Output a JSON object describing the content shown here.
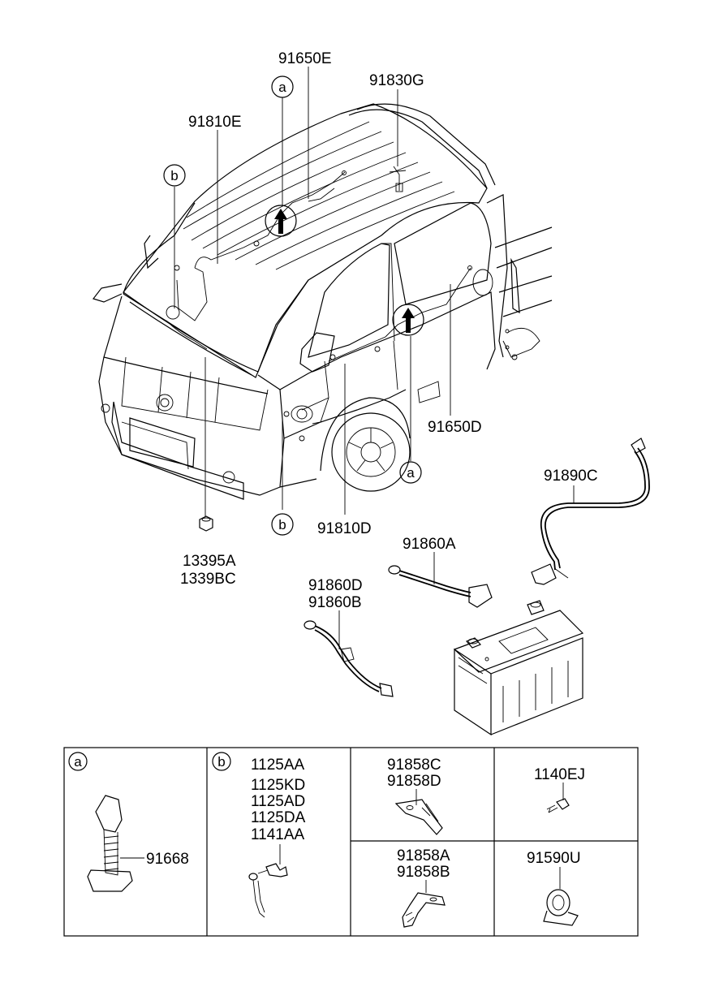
{
  "labels": {
    "p91650E": "91650E",
    "p91830G": "91830G",
    "p91810E": "91810E",
    "p91650D": "91650D",
    "p91810D": "91810D",
    "p91890C": "91890C",
    "p91860A": "91860A",
    "p91860D": "91860D",
    "p91860B": "91860B",
    "p13395A": "13395A",
    "p1339BC": "1339BC"
  },
  "callouts": {
    "a": "a",
    "b": "b"
  },
  "detail_table": {
    "cell_a": {
      "letter": "a",
      "part": "91668"
    },
    "cell_b": {
      "letter": "b",
      "parts": [
        "1125AA",
        "1125KD",
        "1125AD",
        "1125DA",
        "1141AA"
      ]
    },
    "cell_bracket_top": {
      "parts": [
        "91858C",
        "91858D"
      ]
    },
    "cell_bracket_bottom": {
      "parts": [
        "91858A",
        "91858B"
      ]
    },
    "cell_bolt": {
      "part": "1140EJ"
    },
    "cell_clip": {
      "part": "91590U"
    }
  }
}
